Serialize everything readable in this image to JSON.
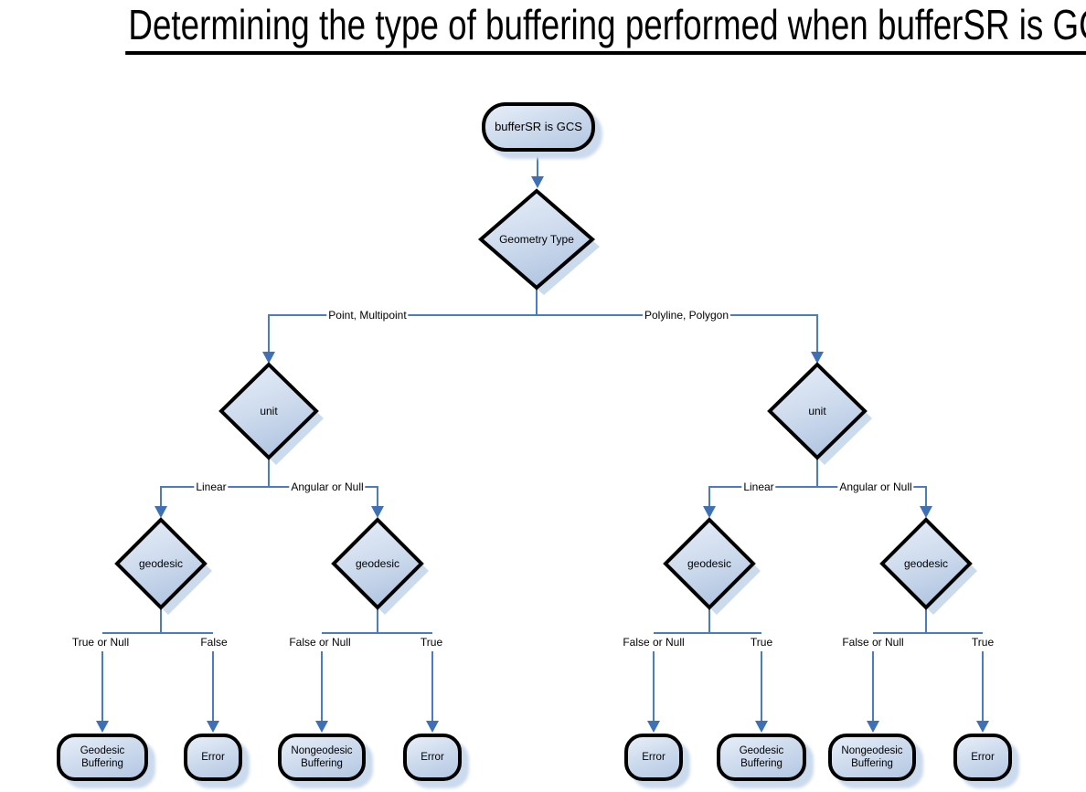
{
  "title": "Determining the type of buffering performed when bufferSR is GCS",
  "nodes": {
    "start": "bufferSR is GCS",
    "geometry_type": "Geometry Type",
    "unit_left": "unit",
    "unit_right": "unit",
    "geodesic_left_linear": "geodesic",
    "geodesic_left_angular": "geodesic",
    "geodesic_right_linear": "geodesic",
    "geodesic_right_angular": "geodesic",
    "outcome_geodesic_buffering_1": "Geodesic Buffering",
    "outcome_error_1": "Error",
    "outcome_nongeodesic_buffering_1": "Nongeodesic Buffering",
    "outcome_error_2": "Error",
    "outcome_error_3": "Error",
    "outcome_geodesic_buffering_2": "Geodesic Buffering",
    "outcome_nongeodesic_buffering_2": "Nongeodesic Buffering",
    "outcome_error_4": "Error"
  },
  "edges": {
    "point_multipoint": "Point, Multipoint",
    "polyline_polygon": "Polyline, Polygon",
    "linear_left": "Linear",
    "angular_or_null_left": "Angular or Null",
    "linear_right": "Linear",
    "angular_or_null_right": "Angular or Null",
    "true_or_null_1": "True or Null",
    "false_1": "False",
    "false_or_null_2": "False or Null",
    "true_2": "True",
    "false_or_null_3": "False or Null",
    "true_3": "True",
    "false_or_null_4": "False or Null",
    "true_4": "True"
  },
  "colors": {
    "background": "#ffffff",
    "connector": "#4a7dbf",
    "arrowhead": "#3f6fb5",
    "node_border": "#000000",
    "node_fill_light": "#e7eef8",
    "node_fill_dark": "#b4c7e2",
    "shadow": "#ccdaee",
    "text": "#000000"
  }
}
